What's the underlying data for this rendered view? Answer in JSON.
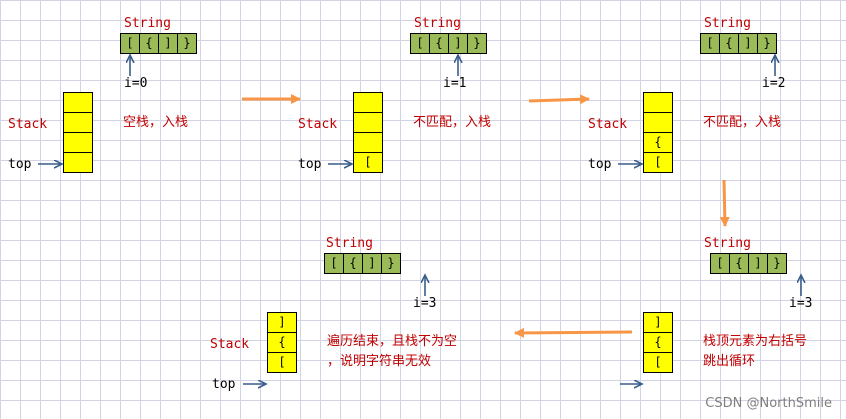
{
  "labels": {
    "string": "String",
    "stack": "Stack",
    "top": "top"
  },
  "string_cells": [
    "[",
    "{",
    "]",
    "}"
  ],
  "steps": [
    {
      "index_label": "i=0",
      "stack": [
        "",
        "",
        "",
        ""
      ],
      "message": [
        "空栈，入栈"
      ]
    },
    {
      "index_label": "i=1",
      "stack": [
        "",
        "",
        "",
        "["
      ],
      "message": [
        "不匹配，入栈"
      ]
    },
    {
      "index_label": "i=2",
      "stack": [
        "",
        "",
        "{",
        "["
      ],
      "message": [
        "不匹配，入栈"
      ]
    },
    {
      "index_label": "i=3",
      "stack": [
        "]",
        "{",
        "["
      ],
      "message": [
        "栈顶元素为右括号",
        "跳出循环"
      ]
    },
    {
      "index_label": "i=3",
      "stack": [
        "]",
        "{",
        "["
      ],
      "message": [
        "遍历结束，且栈不为空",
        "，说明字符串无效"
      ]
    }
  ],
  "watermark": "CSDN @NorthSmile",
  "colors": {
    "string_fill": "#9bbb59",
    "stack_fill": "#ffff00",
    "label_red": "#c00000",
    "pointer_blue": "#385d8a",
    "flow_orange": "#f79646"
  }
}
